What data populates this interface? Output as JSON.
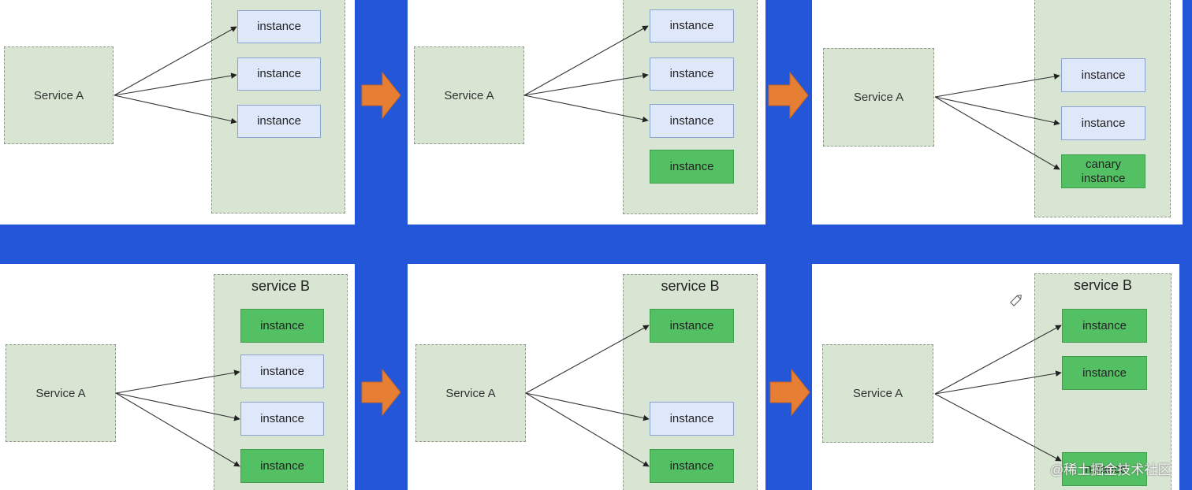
{
  "colors": {
    "background": "#2357d8",
    "panel": "#ffffff",
    "service_box": "#d9e5d3",
    "old_instance": "#dfe8fb",
    "new_instance": "#54c064",
    "step_arrow": "#e67e33"
  },
  "panels": [
    {
      "service_a": "Service A",
      "group_title": "",
      "instances": [
        {
          "label": "instance",
          "state": "old"
        },
        {
          "label": "instance",
          "state": "old"
        },
        {
          "label": "instance",
          "state": "old"
        }
      ]
    },
    {
      "service_a": "Service A",
      "group_title": "",
      "instances": [
        {
          "label": "instance",
          "state": "old"
        },
        {
          "label": "instance",
          "state": "old"
        },
        {
          "label": "instance",
          "state": "old"
        },
        {
          "label": "instance",
          "state": "new"
        }
      ]
    },
    {
      "service_a": "Service A",
      "group_title": "",
      "instances": [
        {
          "label": "instance",
          "state": "old"
        },
        {
          "label": "instance",
          "state": "old"
        },
        {
          "label": "canary instance",
          "state": "new"
        }
      ]
    },
    {
      "service_a": "Service A",
      "group_title": "service B",
      "instances": [
        {
          "label": "instance",
          "state": "new"
        },
        {
          "label": "instance",
          "state": "old"
        },
        {
          "label": "instance",
          "state": "old"
        },
        {
          "label": "instance",
          "state": "new"
        }
      ]
    },
    {
      "service_a": "Service A",
      "group_title": "service B",
      "instances": [
        {
          "label": "instance",
          "state": "new"
        },
        {
          "label": "instance",
          "state": "old"
        },
        {
          "label": "instance",
          "state": "new"
        }
      ]
    },
    {
      "service_a": "Service A",
      "group_title": "service B",
      "instances": [
        {
          "label": "instance",
          "state": "new"
        },
        {
          "label": "instance",
          "state": "new"
        },
        {
          "label": "instance",
          "state": "new"
        }
      ]
    }
  ],
  "watermark": "@稀土掘金技术社区"
}
